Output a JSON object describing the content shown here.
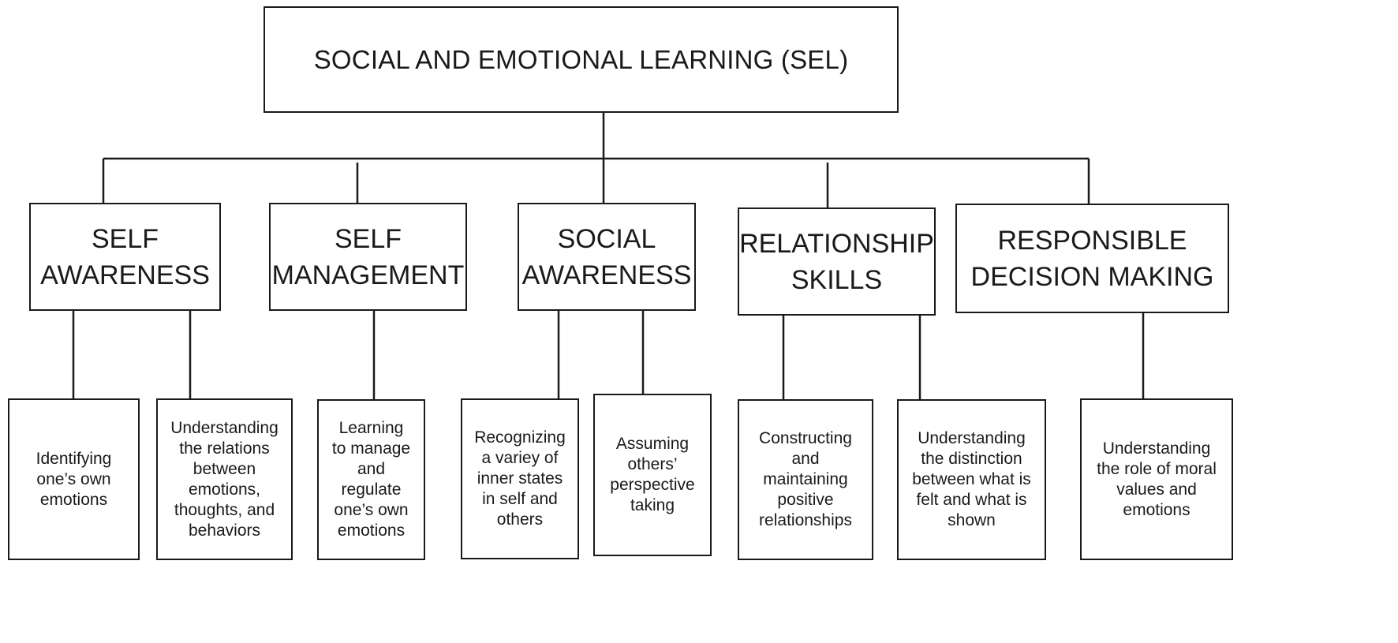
{
  "diagram": {
    "root": {
      "label": "SOCIAL AND EMOTIONAL  LEARNING (SEL)"
    },
    "categories": [
      {
        "label": "SELF\nAWARENESS",
        "items": [
          "Identifying\none’s own\nemotions",
          "Understanding\nthe relations\nbetween\nemotions,\nthoughts, and\nbehaviors"
        ]
      },
      {
        "label": "SELF\nMANAGEMENT",
        "items": [
          "Learning\nto manage\nand\nregulate\none’s own\nemotions"
        ]
      },
      {
        "label": "SOCIAL\nAWARENESS",
        "items": [
          "Recognizing\na variey of\ninner states\nin self and\nothers",
          "Assuming\nothers’\nperspective\ntaking"
        ]
      },
      {
        "label": "RELATIONSHIP\nSKILLS",
        "items": [
          "Constructing\nand\nmaintaining\npositive\nrelationships",
          "Understanding\nthe distinction\nbetween what is\nfelt and what is\nshown"
        ]
      },
      {
        "label": "RESPONSIBLE\nDECISION MAKING",
        "items": [
          "Understanding\nthe role of moral\nvalues and\nemotions"
        ]
      }
    ]
  }
}
